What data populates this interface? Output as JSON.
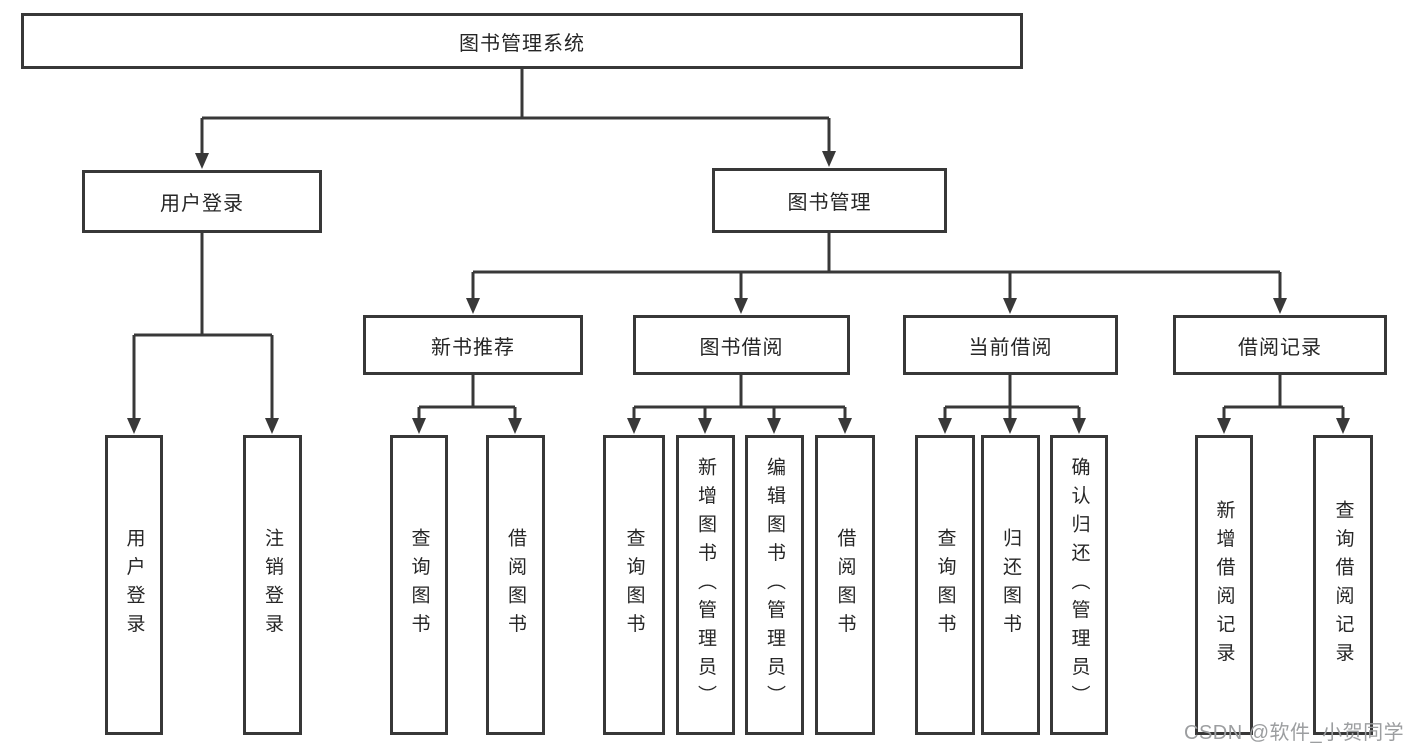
{
  "diagram": {
    "title": "图书管理系统",
    "nodes": {
      "root": {
        "label": "图书管理系统"
      },
      "level2": [
        {
          "label": "用户登录"
        },
        {
          "label": "图书管理"
        }
      ],
      "level3": [
        {
          "label": "新书推荐"
        },
        {
          "label": "图书借阅"
        },
        {
          "label": "当前借阅"
        },
        {
          "label": "借阅记录"
        }
      ],
      "leaves": [
        {
          "label": "用户登录"
        },
        {
          "label": "注销登录"
        },
        {
          "label": "查询图书"
        },
        {
          "label": "借阅图书"
        },
        {
          "label": "查询图书"
        },
        {
          "label": "新增图书（管理员）"
        },
        {
          "label": "编辑图书（管理员）"
        },
        {
          "label": "借阅图书"
        },
        {
          "label": "查询图书"
        },
        {
          "label": "归还图书"
        },
        {
          "label": "确认归还（管理员）"
        },
        {
          "label": "新增借阅记录"
        },
        {
          "label": "查询借阅记录"
        }
      ]
    },
    "colors": {
      "line": "#383838",
      "text": "#262626",
      "background": "#ffffff",
      "watermark": "#9c9ea0"
    }
  },
  "watermark": {
    "text": "CSDN @软件_小贺同学"
  }
}
